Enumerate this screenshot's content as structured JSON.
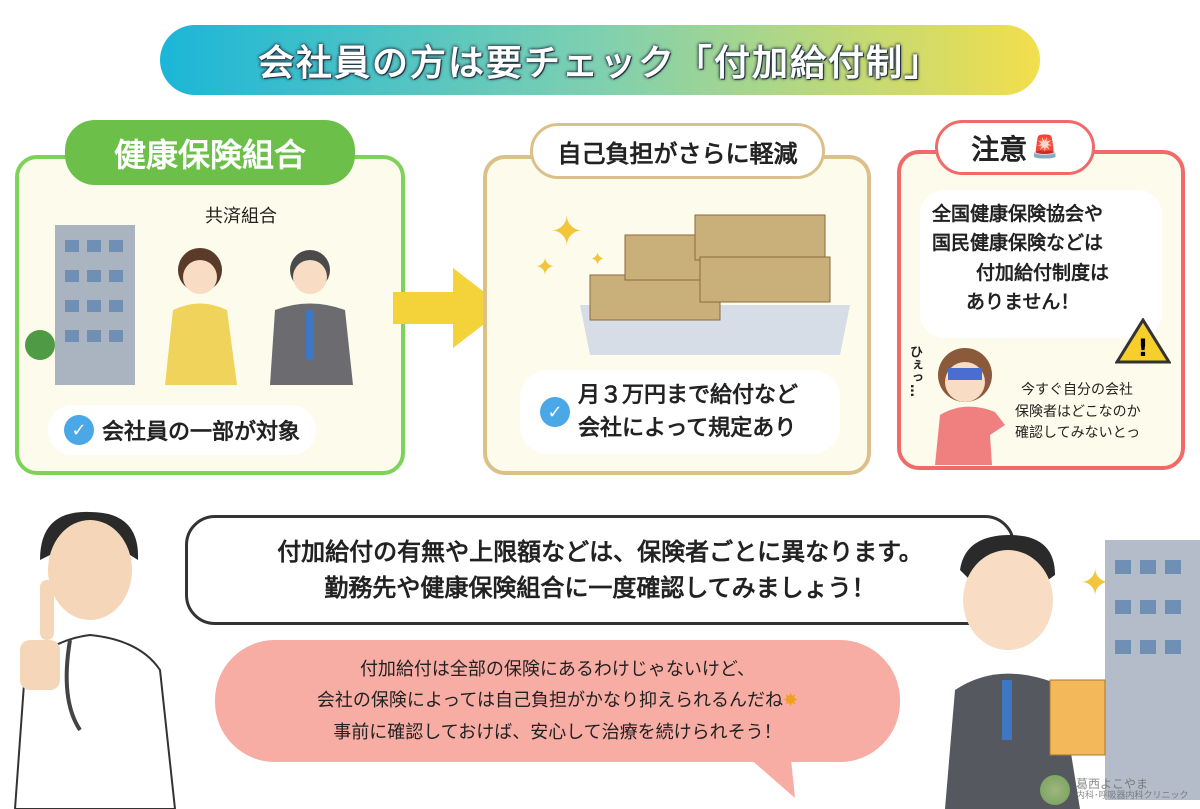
{
  "title": "会社員の方は要チェック「付加給付制」",
  "left": {
    "header": "健康保険組合",
    "label": "共済組合",
    "check": "会社員の一部が対象"
  },
  "middle": {
    "header": "自己負担がさらに軽減",
    "check_lines": [
      "月３万円まで給付など",
      "会社によって規定あり"
    ]
  },
  "right": {
    "header": "注意",
    "note_lines": [
      "全国健康保険協会や",
      "国民健康保険などは",
      "付加給付制度は",
      "ありません！"
    ],
    "exclaim": "ひぇっ…",
    "thought_lines": [
      "今すぐ自分の会社",
      "保険者はどこなのか",
      "確認してみないとっ"
    ]
  },
  "doctor_bubble": [
    "付加給付の有無や上限額などは、保険者ごとに異なります。",
    "勤務先や健康保険組合に一度確認してみましょう！"
  ],
  "patient_bubble": [
    "付加給付は全部の保険にあるわけじゃないけど、",
    "会社の保険によっては自己負担がかなり抑えられるんだね",
    "事前に確認しておけば、安心して治療を続けられそう！"
  ],
  "logo": {
    "name": "葛西よこやま",
    "sub": "内科･呼吸器内科クリニック"
  },
  "colors": {
    "green": "#6cc04a",
    "tan": "#dcc08a",
    "red": "#f06a6a",
    "pink": "#f7aca4"
  }
}
